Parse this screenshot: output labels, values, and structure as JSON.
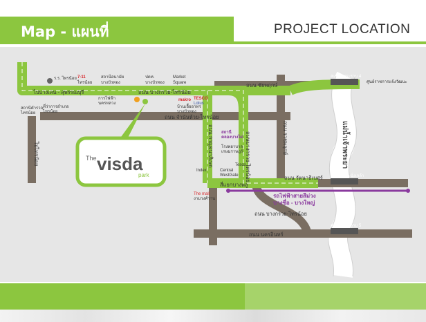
{
  "header": {
    "title": "Map - แผนที่",
    "project_title": "PROJECT LOCATION"
  },
  "brand": {
    "the": "The",
    "visda": "visda",
    "park": "park"
  },
  "roads": {
    "bangkruai_sainoi": "ถนน บางกรวย-ไทรน้อย",
    "chaiyaphruek": "ถนน ชัยพฤกษ์",
    "chamnan": "ถนน จำนันห้วย-ไทรน้อย",
    "kanchanaphisek": "ถนน กาญจนาภิเษก",
    "ratchaphruek": "ถนน ราชพฤกษ์",
    "bangkruai_sainoi_vertical": "ถนนบางกรวย-ไทรน้อย",
    "rattanathibet": "ถนน รัตนาธิเบศร์",
    "bangkruai_sainoi_lower": "ถนน บางกรวย-ไทรน้อย",
    "nakhon_in": "ถนน นครอินทร์",
    "bangbuathong_suphan": "ไปบางเลน - สุพรรณบุรี",
    "sainoi": "ไปไทรน้อย",
    "intersection": "สี่แยกบางพลู"
  },
  "river": {
    "label": "แม่น้ำเจ้าพระยา",
    "bridge_top": "สะพานพระราม 4",
    "bridge_mid": "สะพานพระนั่งเกล้า",
    "bridge_low": "สะพานพระราม 5"
  },
  "train": {
    "line1": "รถไฟฟ้าสายสีม่วง",
    "line2": "บางซื่อ - บางใหญ่"
  },
  "landmarks": {
    "school": "ร.ร. ไทรน้อย",
    "seven_eleven": "7-11",
    "seven_eleven_sub": "ไทรน้อย",
    "hospital": "สถานีอนามัย",
    "hospital_sub": "บางบัวทอง",
    "pttm": "ปตท.",
    "pttm_sub": "บางบัวทอง",
    "market_square": "Market",
    "market_square_sub": "Square",
    "makro": "makro",
    "tesco": "TESCO",
    "tesco_sub": "Lotus",
    "home_market": "บ้านเอื้ออาทร",
    "home_market_sub": "บางบัวทอง",
    "temple": "การไฟฟ้า",
    "temple_sub": "นครหลวง",
    "government": "ที่ว่าการอำเภอ",
    "government_sub": "ไทรน้อย",
    "police": "สถานีตำรวจ",
    "police_sub": "ไทรน้อย",
    "central": "สถานี",
    "central_sub": "คลองบางไผ่",
    "hospital_pleng": "โรงพยาบาล",
    "hospital_pleng_sub": "เกษมราษฎร์",
    "indoor_mall": "Index",
    "central_westgate": "Central",
    "central_westgate_sub": "WestGate",
    "tesco_small": "Tesco",
    "the_mall": "The mall",
    "the_mall_sub": "งามวงศ์วาน",
    "ministry": "ศูนย์ราชการแจ้งวัฒนะ"
  },
  "colors": {
    "road": "#7a6e62",
    "highway": "#8cc63f",
    "purple_line": "#8a3a9e",
    "river": "#ffffff"
  }
}
